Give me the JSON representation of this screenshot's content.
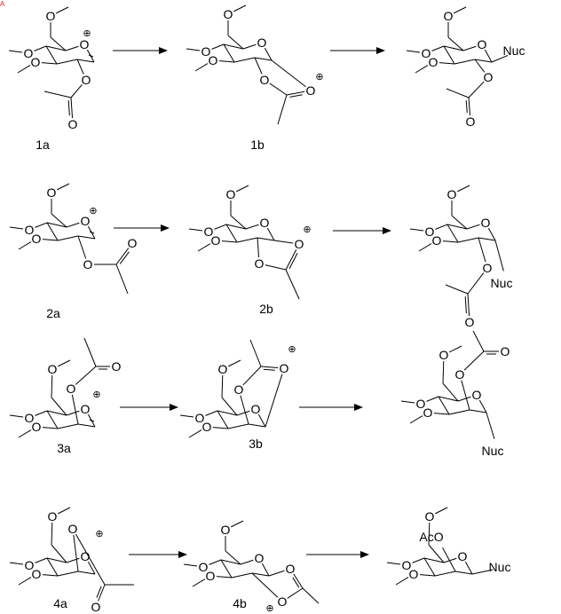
{
  "corner_mark": "A",
  "atoms": {
    "O": "O",
    "Nuc": "Nuc",
    "AcO": "AcO"
  },
  "charge_symbol": "⊕",
  "compounds": {
    "c1a": "1a",
    "c1b": "1b",
    "c2a": "2a",
    "c2b": "2b",
    "c3a": "3a",
    "c3b": "3b",
    "c4a": "4a",
    "c4b": "4b"
  }
}
